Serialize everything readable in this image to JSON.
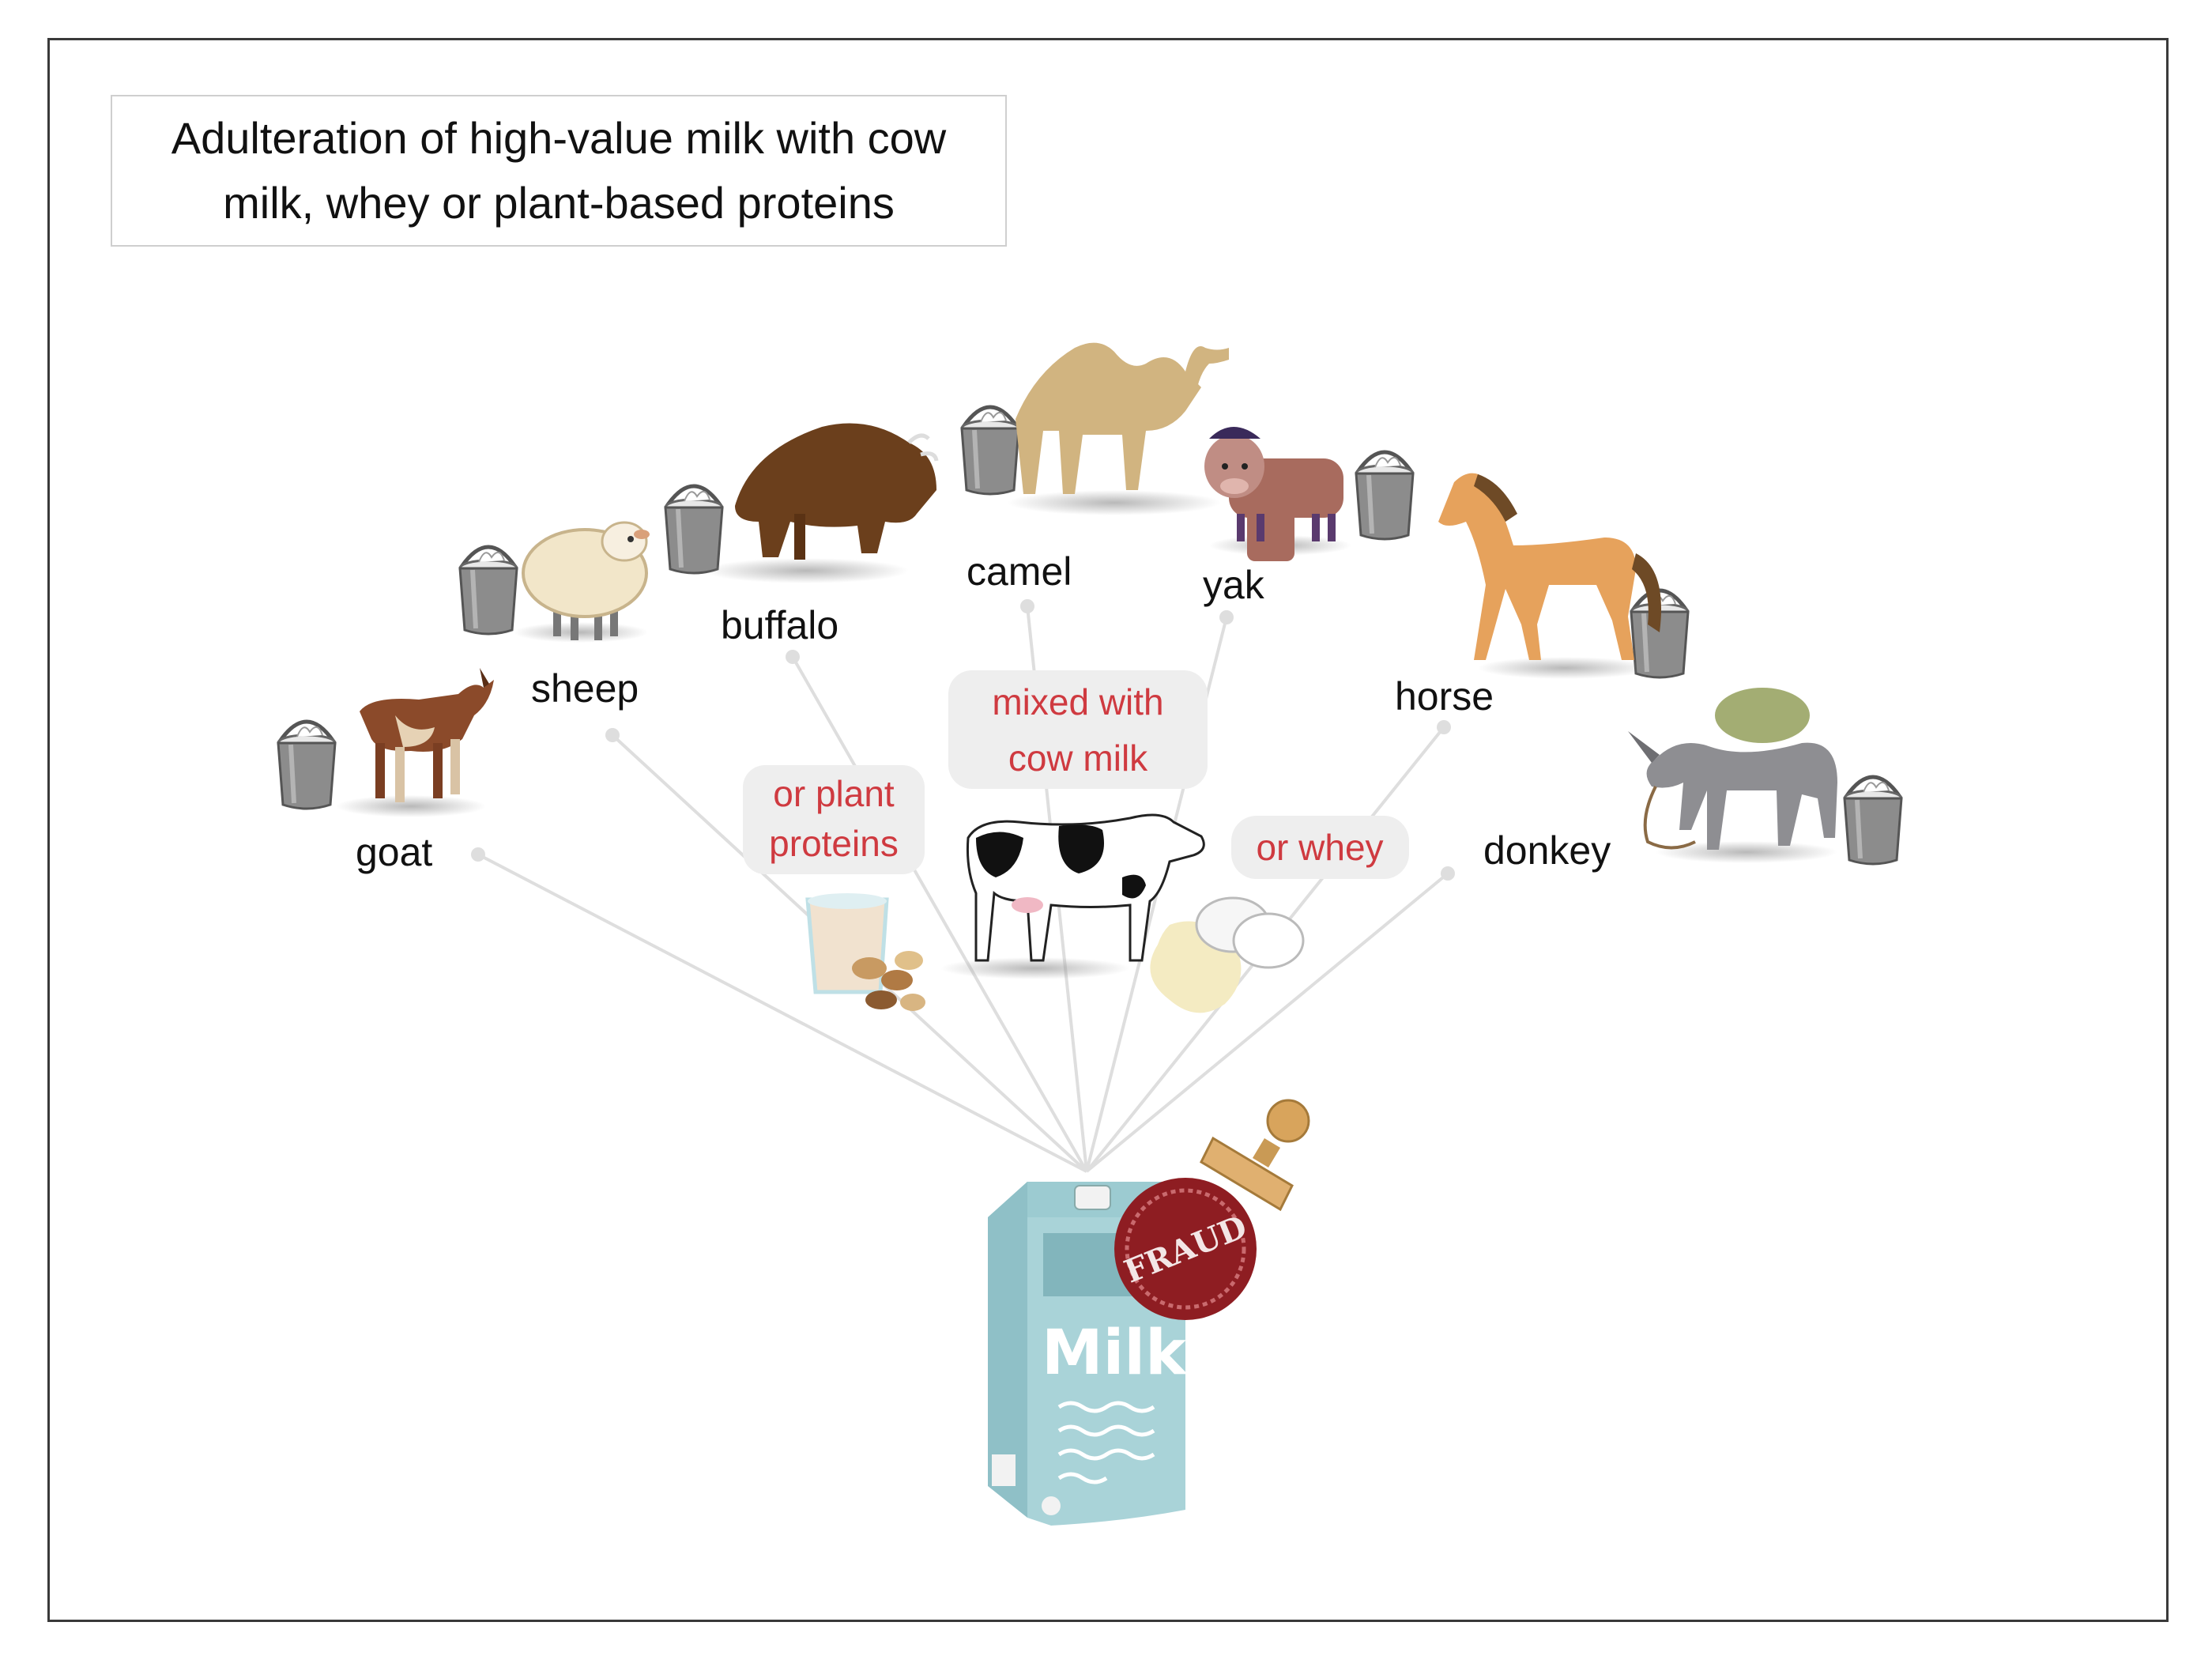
{
  "title": "Adulteration of high-value milk with cow milk, whey or plant-based proteins",
  "animals": [
    {
      "id": "goat",
      "label": "goat",
      "icon": "goat-icon"
    },
    {
      "id": "sheep",
      "label": "sheep",
      "icon": "sheep-icon"
    },
    {
      "id": "buffalo",
      "label": "buffalo",
      "icon": "buffalo-icon"
    },
    {
      "id": "camel",
      "label": "camel",
      "icon": "camel-icon"
    },
    {
      "id": "yak",
      "label": "yak",
      "icon": "yak-icon"
    },
    {
      "id": "horse",
      "label": "horse",
      "icon": "horse-icon"
    },
    {
      "id": "donkey",
      "label": "donkey",
      "icon": "donkey-icon"
    }
  ],
  "adulterants": {
    "cow_milk": {
      "line1": "mixed with",
      "line2": "cow milk",
      "icon": "cow-icon"
    },
    "plant": {
      "line1": "or plant",
      "line2": "proteins",
      "icon": "plant-protein-icon"
    },
    "whey": {
      "label": "or whey",
      "icon": "whey-icon"
    }
  },
  "carton": {
    "label": "Milk",
    "stamp": "FRAUD",
    "icon": "milk-carton-icon"
  },
  "colors": {
    "adulterant_text": "#cf3a40",
    "bubble_bg": "#eeeeee",
    "connector": "#dedede",
    "carton": "#a9d3d8"
  }
}
